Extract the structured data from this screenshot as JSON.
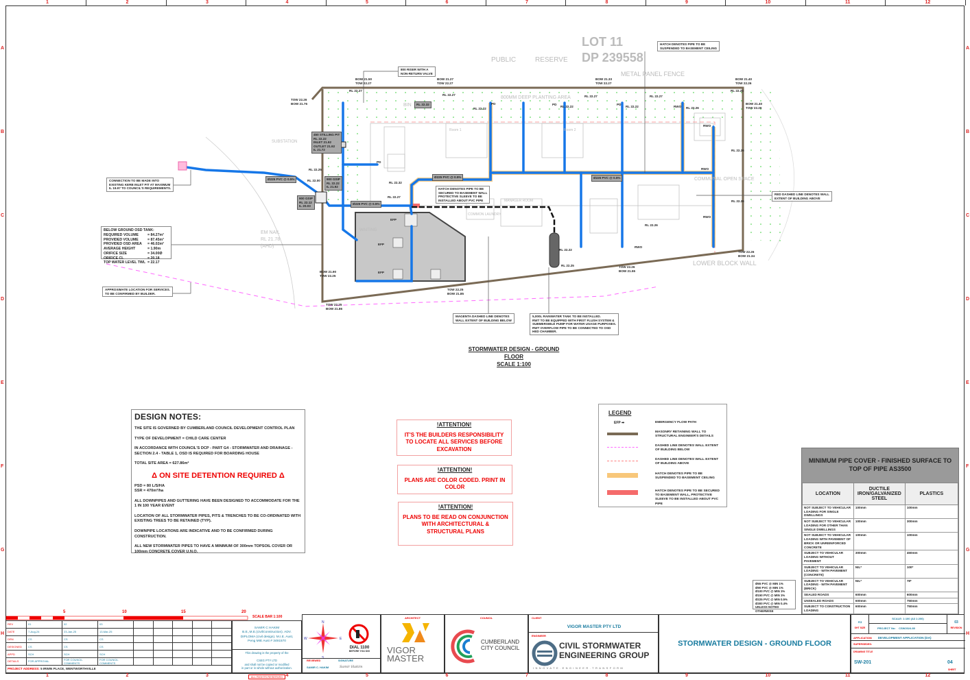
{
  "grid": {
    "columns": [
      "1",
      "2",
      "3",
      "4",
      "5",
      "6",
      "7",
      "8",
      "9",
      "10",
      "11",
      "12"
    ],
    "rows": [
      "A",
      "B",
      "C",
      "D",
      "E",
      "F",
      "G",
      "H"
    ]
  },
  "plan": {
    "title": "STORMWATER DESIGN - GROUND FLOOR",
    "scale": "SCALE 1:100",
    "background_labels": [
      "LOT 11",
      "DP 239558",
      "PUBLIC",
      "RESERVE",
      "METAL PANEL FENCE",
      "800MM DEEP PLANTING AREA",
      "BIN",
      "SUBSTATION",
      "COMMUNAL OPEN SPACE",
      "LOWER BLOCK WALL",
      "EM NAIL",
      "RL 21.78",
      "(AHD)",
      "WAITING",
      "COMMON LAUNDRY",
      "Room 1",
      "Room 2",
      "MANAGER ROOM"
    ],
    "levels": [
      "BOW 21.50\nTOW 22.27",
      "BOW 21.27\nTOW 22.27",
      "BOW 21.33\nTOW 22.27",
      "BOW 21.40\nTOW 22.26",
      "BOW 21.40\nTOW 22.26",
      "TOW 22.26\nBOW 21.76",
      "BOW 21.90\nTOW 22.25",
      "TOW 22.25\nBOW 21.86",
      "TOW 22.25\nBOW 21.85",
      "TOW 22.26\nBOW 21.55",
      "TOW 22.26\nBOW 21.34",
      "RL 22.27",
      "RL 22.27",
      "RL 22.27",
      "RL 22.27",
      "RL 22.26",
      "RL 22.25",
      "RL 22.00",
      "RL 22.32",
      "RL 22.27",
      "RL 22.26",
      "RL 22.26",
      "RL 22.26",
      "RL 22.22",
      "RL 22.22",
      "RL 22.22",
      "RL 22.22",
      "RL 22.26",
      "RL 22.25"
    ],
    "pipe_labels": [
      "Ø225 PVC @ 0.5%",
      "Ø225 PVC @ 0.5%",
      "Ø225 PVC @ 0.5%",
      "Ø225 PVC @ 0.5%"
    ],
    "bin_rl": "RL 22.32",
    "pits": [
      "450 STILLING PIT\nRL 22.22\nINLET 21.92\nOUTLET 21.92\nIL 21.72",
      "900 GSIP\nRL 22.22\nIL 21.92",
      "900 GSIP\nRL 22.12\nIL 20.03"
    ],
    "markers": [
      "PD",
      "PD",
      "PD",
      "PD",
      "RWO",
      "RWO",
      "RWO",
      "RWO",
      "RWO",
      "EFP",
      "EFP",
      "EFP"
    ],
    "callouts": [
      "800 RISER WITH A\nNON-RETURN VALVE",
      "HATCH DENOTES PIPE TO BE\nSUSPENDED TO BASEMENT CEILING",
      "CONNECTION TO BE MADE INTO\nEXISTING KERB INLET PIT AT MAXIMUM\nIL 19.97 TO COUNCIL'S REQUIREMENTS.",
      "APPROXIMATE LOCATION FOR SERVICES.\nTO BE CONFIRMED BY BUILDER.",
      "HATCH DENOTES PIPE TO BE\nSECURED TO BASEMENT WALL\nPROTECTIVE SLEEVE TO BE\nINSTALLED ABOUT PVC PIPE",
      "RED DASHED LINE DENOTES WALL\nEXTENT OF BUILDING ABOVE",
      "MAGENTA DASHED LINE DENOTES\nWALL EXTENT OF BUILDING BELOW",
      "5,000L RAINWATER TANK TO BE INSTALLED.\nRWT TO BE EQUIPPED WITH FIRST FLUSH SYSTEM &\nSUBMERSIBLE PUMP FOR WATER USAGE PURPOSES.\nRWT OVERFLOW PIPE TO BE CONNECTED TO OSD\nHED CHAMBER."
    ],
    "osd_tank": {
      "heading": "BELOW GROUND OSD TANK:",
      "rows": [
        {
          "label": "REQUIRED VOLUME",
          "value": "= 84.27m³"
        },
        {
          "label": "PROVIDED VOLUME",
          "value": "= 87.45m³"
        },
        {
          "label": "PROVIDED OSD AREA",
          "value": "= 46.02m²"
        },
        {
          "label": "AVERAGE HEIGHT",
          "value": "= 1.90m"
        },
        {
          "label": "ORIFICE SIZE",
          "value": "= 34.00Ø"
        },
        {
          "label": "ORIFICE CL",
          "value": "= 20.18"
        },
        {
          "label": "TOP WATER LEVEL TWL",
          "value": "= 22.17"
        }
      ]
    }
  },
  "design_notes": {
    "title": "DESIGN NOTES:",
    "p1": "THE SITE IS GOVERNED BY CUMBERLAND COUNCIL DEVELOPMENT CONTROL PLAN",
    "p2": "TYPE OF DEVELOPMENT = CHILD CARE CENTER",
    "p3": "IN ACCORDANCE WITH COUNCIL'S DCP - PART G4 -  STORMWATER AND DRAINAGE - SECTION 2.4 - TABLE 1, OSD IS REQUIRED FOR BOARDING HOUSE",
    "p4": "TOTAL SITE AREA   = 627.86m²",
    "osd": "Δ ON SITE DETENTION REQUIRED Δ",
    "p5": "PSD = 80  L/S/HA",
    "p6": "SSR = 470m³/ha",
    "p7": "ALL DOWNPIPES AND GUTTERING HAVE BEEN DESIGNED TO ACCOMMODATE FOR THE 1 IN 100 YEAR EVENT",
    "p8": "LOCATION OF ALL STORMWATER PIPES, PITS & TRENCHES TO BE CO-ORDINATED WITH EXISTING TREES TO BE RETAINED (TYP).",
    "p9": "DOWNPIPE LOCATIONS ARE INDICATIVE AND TO BE CONFIRMED DURING CONSTRUCTION.",
    "p10": "ALL NEW STORMWATER PIPES TO HAVE A MINIMUM OF 300mm TOPSOIL COVER OR 100mm   CONCRETE COVER U.N.O."
  },
  "attention": [
    {
      "heading": "!ATTENTION!",
      "body": "IT'S THE BUILDERS RESPONSIBILITY TO LOCATE ALL SERVICES BEFORE EXCAVATION"
    },
    {
      "heading": "!ATTENTION!",
      "body": "PLANS ARE COLOR CODED. PRINT IN COLOR"
    },
    {
      "heading": "!ATTENTION!",
      "body": "PLANS TO BE READ ON CONJUNCTION WITH ARCHITECTURAL & STRUCTURAL PLANS"
    }
  ],
  "legend": {
    "title": "LEGEND",
    "efp_symbol": "EFP",
    "items": [
      {
        "text": "EMERGENCY FLOW PATH",
        "color": "#000000"
      },
      {
        "text": "MASONRY RETAINING WALL TO STRUCTURAL ENGINEER'S DETAILS",
        "color": "#7a6a55"
      },
      {
        "text": "DASHED LINE DENOTES WALL EXTENT OF BUILDING BELOW",
        "color": "#ff66ff"
      },
      {
        "text": "DASHED LINE DENOTES WALL EXTENT OF BUILDING ABOVE",
        "color": "#ff8080"
      },
      {
        "text": "HATCH DENOTES PIPE TO BE SUSPENDED TO BASEMENT CEILING",
        "color": "#f8c77a"
      },
      {
        "text": "HATCH DENOTES PIPE TO BE SECURED TO BASEMENT WALL, PROTECTIVE SLEEVE TO BE INSTALLED ABOUT PVC PIPE",
        "color": "#f56b6b"
      }
    ]
  },
  "pipe_cover": {
    "title": "MINIMUM PIPE COVER - FINISHED SURFACE TO TOP OF PIPE AS3500",
    "headers": [
      "LOCATION",
      "DUCTILE IRON/GALVANIZED STEEL",
      "PLASTICS"
    ],
    "rows": [
      [
        "NOT SUBJECT TO VEHICULAR LOADING FOR SINGLE DWELLINGS",
        "100mm",
        "100mm"
      ],
      [
        "NOT SUBJECT TO VEHICULAR LOADING FOR OTHER THAN SINGLE DWELLINGS",
        "100mm",
        "300mm"
      ],
      [
        "NOT SUBJECT TO VEHICULAR LOADING WITH PAVEMENT OF BRICK OR UNREINFORCED CONCRETE",
        "100mm",
        "100mm"
      ],
      [
        "SUBJECT TO VEHICULAR LOADING WITHOUT PAVEMENT",
        "300mm",
        "450mm"
      ],
      [
        "SUBJECT TO VEHICULAR LOADING - WITH PAVEMENT (CONCRETE)",
        "NIL*",
        "100*"
      ],
      [
        "SUBJECT TO VEHICULAR LOADING - WITH PAVEMENT (BRICK)",
        "NIL*",
        "78*"
      ],
      [
        "SEALED ROADS",
        "600mm",
        "600mm"
      ],
      [
        "UNSEALED ROADS",
        "600mm",
        "750mm"
      ],
      [
        "SUBJECT TO CONSTRUCTION LOADING",
        "600mm",
        "750mm"
      ]
    ]
  },
  "pvc_grades": [
    "Ø65 PVC @ MIN 1%",
    "Ø90 PVC @ MIN 1%",
    "Ø100 PVC @ MIN 1%",
    "Ø150 PVC @ MIN 1%",
    "Ø225 PVC @ MIN 0.5%",
    "Ø300 PVC @ MIN 0.4%",
    "UNLESS NOTED OTHERWISE"
  ],
  "scale_bar": {
    "ticks": [
      "5",
      "10",
      "15",
      "20"
    ],
    "label": "SCALE BAR 1:100"
  },
  "revisions": {
    "keys": [
      "REV",
      "DATE",
      "DRN",
      "DESIGNED",
      "APPD",
      "DETAILS"
    ],
    "columns": [
      [
        "01",
        "7-Aug-24",
        "CS",
        "CS",
        "SCH",
        "FOR APPROVAL"
      ],
      [
        "02",
        "23-Jan-25",
        "CS",
        "CS",
        "SCH",
        "FOR COUNCIL COMMENTS"
      ],
      [
        "03",
        "13-Mar-25",
        "CS",
        "CS",
        "SCH",
        "FOR COUNCIL COMMENTS"
      ]
    ]
  },
  "project_address_label": "PROJECT ADDRESS:",
  "project_address": "5 IRWIN PLACE, WENTWORTHVILLE",
  "engineer_cred": "SAMIR C HAKIM\nB.E.,M.E.(civil/construction). ADV.\nDIPLOMA (civil design). M.I.E. Aust,\nPeng MIE Aust # 3491570",
  "property_note": "This drawing is the property of the\n\nCSEG PTY LTD\nand shall not be copied or modified\nin part or in whole without authorization.",
  "rights": "ALL RIGHTS RESERVED",
  "reviewed_label": "REVIEWED",
  "signature_label": "SIGNATURE",
  "reviewer": "SAMIR C. HAKIM",
  "signature": "Samir Hakim",
  "dial": {
    "line1": "DIAL 1100",
    "line2": "BEFORE YOU DIG"
  },
  "compass": [
    "N",
    "E",
    "S",
    "W"
  ],
  "architect_label": "ARCHITECT",
  "architect_logo": "VIGOR MASTER",
  "council_label": "COUNCIL",
  "council_name_1": "CUMBERLAND",
  "council_name_2": "CITY COUNCIL",
  "client_label": "CLIENT",
  "client": "VIGOR MASTER PTY LTD",
  "engineer_label": "ENGINEER",
  "engineer_name_1": "CIVIL STORMWATER",
  "engineer_name_2": "ENGINEERING GROUP",
  "engineer_tagline": "INNOVATE.ENGINEER.TRANSFORM",
  "sheet_title": "STORMWATER DESIGN - GROUND FLOOR",
  "sheet": {
    "size": "A1",
    "size_label": "SHT SIZE",
    "scale": "SCALE: 1:100 (A3 1:200)",
    "project_no_label": "PROJECT No:",
    "project_no": "CSW2024.80",
    "revision": "03",
    "revision_label": "REVISION",
    "application_label": "APPLICATION",
    "application": "DEVELOPMENT APPLICATION (DA)",
    "supersedes_label": "SUPERSEDES:",
    "drawing_title_label": "DRAWING TITLE",
    "drawing_no": "SW-201",
    "sheet_no": "04",
    "sheet_label": "SHEET"
  }
}
